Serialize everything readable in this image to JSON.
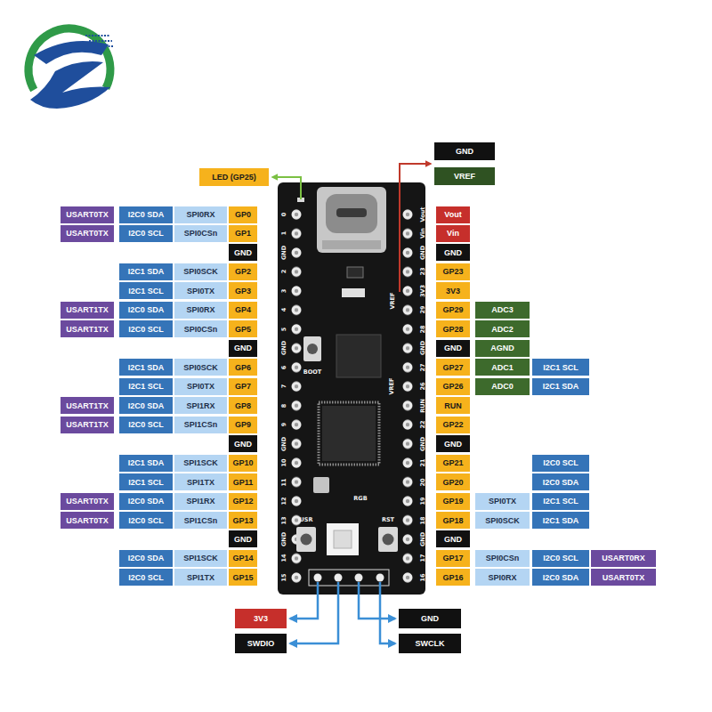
{
  "diagram": {
    "nodes": [
      {
        "text": [
          "GND"
        ]
      },
      {
        "text": [
          "LED (GP25)"
        ]
      },
      {
        "text": [
          "VREF"
        ]
      },
      {
        "text": [
          "USART0TX"
        ]
      },
      {
        "text": [
          "I2C0 SDA"
        ]
      },
      {
        "text": [
          "SPI0RX"
        ]
      },
      {
        "text": [
          "GP0"
        ]
      },
      {
        "text": [
          "Vout"
        ]
      },
      {
        "text": [
          "USART0TX"
        ]
      },
      {
        "text": [
          "I2C0 SCL"
        ]
      },
      {
        "text": [
          "SPI0CSn"
        ]
      },
      {
        "text": [
          "GP1"
        ]
      },
      {
        "text": [
          "Vin"
        ]
      },
      {
        "text": [
          "GND"
        ]
      },
      {
        "text": [
          "GND"
        ]
      },
      {
        "text": [
          "I2C1 SDA"
        ]
      },
      {
        "text": [
          "SPI0SCK"
        ]
      },
      {
        "text": [
          "GP2"
        ]
      },
      {
        "text": [
          "GP23"
        ]
      },
      {
        "text": [
          "I2C1 SCL"
        ]
      },
      {
        "text": [
          "SPI0TX"
        ]
      },
      {
        "text": [
          "GP3"
        ]
      },
      {
        "text": [
          "3V3"
        ]
      },
      {
        "text": [
          "USART1TX"
        ]
      },
      {
        "text": [
          "I2C0 SDA"
        ]
      },
      {
        "text": [
          "SPI0RX"
        ]
      },
      {
        "text": [
          "GP4"
        ]
      },
      {
        "text": [
          "GP29"
        ]
      },
      {
        "text": [
          "ADC3"
        ]
      },
      {
        "text": [
          "USART1TX"
        ]
      },
      {
        "text": [
          "I2C0 SCL"
        ]
      },
      {
        "text": [
          "SPI0CSn"
        ]
      },
      {
        "text": [
          "GP5"
        ]
      },
      {
        "text": [
          "GP28"
        ]
      },
      {
        "text": [
          "ADC2"
        ]
      },
      {
        "text": [
          "GND"
        ]
      },
      {
        "text": [
          "GND"
        ]
      },
      {
        "text": [
          "AGND"
        ]
      },
      {
        "text": [
          "I2C1 SDA"
        ]
      },
      {
        "text": [
          "SPI0SCK"
        ]
      },
      {
        "text": [
          "GP6"
        ]
      },
      {
        "text": [
          "GP27"
        ]
      },
      {
        "text": [
          "ADC1"
        ]
      },
      {
        "text": [
          "I2C1 SCL"
        ]
      },
      {
        "text": [
          "I2C1 SCL"
        ]
      },
      {
        "text": [
          "SPI0TX"
        ]
      },
      {
        "text": [
          "GP7"
        ]
      },
      {
        "text": [
          "GP26"
        ]
      },
      {
        "text": [
          "ADC0"
        ]
      },
      {
        "text": [
          "I2C1 SDA"
        ]
      },
      {
        "text": [
          "USART1TX"
        ]
      },
      {
        "text": [
          "I2C0 SDA"
        ]
      },
      {
        "text": [
          "SPI1RX"
        ]
      },
      {
        "text": [
          "GP8"
        ]
      },
      {
        "text": [
          "RUN"
        ]
      },
      {
        "text": [
          "USART1TX"
        ]
      },
      {
        "text": [
          "I2C0 SCL"
        ]
      },
      {
        "text": [
          "SPI1CSn"
        ]
      },
      {
        "text": [
          "GP9"
        ]
      },
      {
        "text": [
          "GP22"
        ]
      },
      {
        "text": [
          "GND"
        ]
      },
      {
        "text": [
          "GND"
        ]
      },
      {
        "text": [
          "I2C1 SDA"
        ]
      },
      {
        "text": [
          "SPI1SCK"
        ]
      },
      {
        "text": [
          "GP10"
        ]
      },
      {
        "text": [
          "GP21"
        ]
      },
      {
        "text": [
          "I2C0 SCL"
        ]
      },
      {
        "text": [
          "I2C1 SCL"
        ]
      },
      {
        "text": [
          "SPI1TX"
        ]
      },
      {
        "text": [
          "GP11"
        ]
      },
      {
        "text": [
          "GP20"
        ]
      },
      {
        "text": [
          "I2C0 SDA"
        ]
      },
      {
        "text": [
          "USART0TX"
        ]
      },
      {
        "text": [
          "I2C0 SDA"
        ]
      },
      {
        "text": [
          "SPI1RX"
        ]
      },
      {
        "text": [
          "GP12"
        ]
      },
      {
        "text": [
          "GP19"
        ]
      },
      {
        "text": [
          "SPI0TX"
        ]
      },
      {
        "text": [
          "I2C1 SCL"
        ]
      },
      {
        "text": [
          "USART0TX"
        ]
      },
      {
        "text": [
          "I2C0 SCL"
        ]
      },
      {
        "text": [
          "SPI1CSn"
        ]
      },
      {
        "text": [
          "GP13"
        ]
      },
      {
        "text": [
          "GP18"
        ]
      },
      {
        "text": [
          "SPI0SCK"
        ]
      },
      {
        "text": [
          "I2C1 SDA"
        ]
      },
      {
        "text": [
          "GND"
        ]
      },
      {
        "text": [
          "GND"
        ]
      },
      {
        "text": [
          "I2C0 SDA"
        ]
      },
      {
        "text": [
          "SPI1SCK"
        ]
      },
      {
        "text": [
          "GP14"
        ]
      },
      {
        "text": [
          "GP17"
        ]
      },
      {
        "text": [
          "SPI0CSn"
        ]
      },
      {
        "text": [
          "I2C0 SCL"
        ]
      },
      {
        "text": [
          "USART0RX"
        ]
      },
      {
        "text": [
          "I2C0 SCL"
        ]
      },
      {
        "text": [
          "SPI1TX"
        ]
      },
      {
        "text": [
          "GP15"
        ]
      },
      {
        "text": [
          "GP16"
        ]
      },
      {
        "text": [
          "SPI0RX"
        ]
      },
      {
        "text": [
          "I2C0 SDA"
        ]
      },
      {
        "text": [
          "USART0TX"
        ]
      },
      {
        "text": [
          "3V3"
        ]
      },
      {
        "text": [
          "GND"
        ]
      },
      {
        "text": [
          "SWDIO"
        ]
      },
      {
        "text": [
          "SWCLK"
        ]
      }
    ],
    "labels": [
      "0",
      "1",
      "GND",
      "2",
      "3",
      "4",
      "5",
      "GND",
      "6",
      "7",
      "8",
      "9",
      "GND",
      "10",
      "11",
      "12",
      "13",
      "GND",
      "14",
      "15",
      "Vout",
      "Vin",
      "GND",
      "23",
      "3V3",
      "29",
      "28",
      "GND",
      "27",
      "26",
      "RUN",
      "22",
      "GND",
      "21",
      "20",
      "19",
      "18",
      "GND",
      "17",
      "16",
      "VREF",
      "VREF",
      "BOOT",
      "RGB",
      "USR",
      "RST"
    ]
  }
}
